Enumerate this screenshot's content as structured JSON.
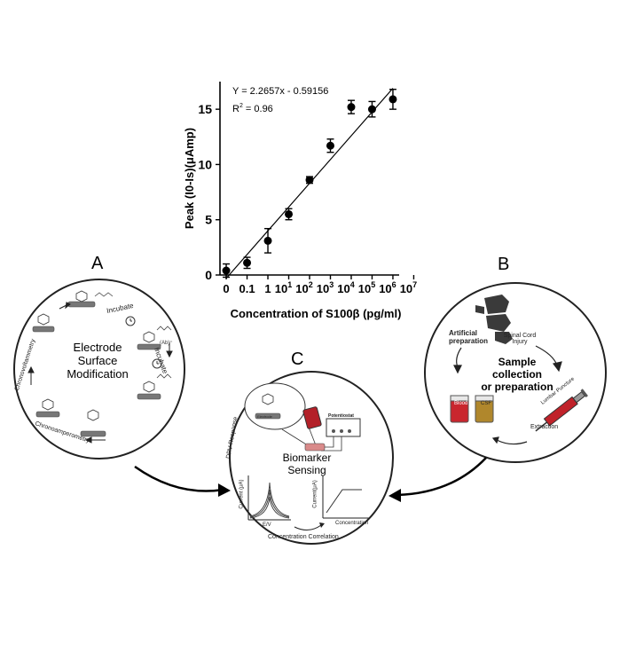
{
  "chart_data": {
    "type": "scatter",
    "equation": "Y = 2.2657x - 0.59156",
    "r2_prefix": "R",
    "r2_sup": "2",
    "r2_value": " = 0.96",
    "ylabel": "Peak (I0-Is)(μAmp)",
    "xlabel": "Concentration of S100β (pg/ml)",
    "xlim": [
      -0.3,
      8.3
    ],
    "ylim": [
      0,
      17.5
    ],
    "y_ticks": [
      "0",
      "5",
      "10",
      "15"
    ],
    "x_ticks": [
      {
        "base": "0",
        "exp": ""
      },
      {
        "base": "0.1",
        "exp": ""
      },
      {
        "base": "1",
        "exp": ""
      },
      {
        "base": "10",
        "exp": "1"
      },
      {
        "base": "10",
        "exp": "2"
      },
      {
        "base": "10",
        "exp": "3"
      },
      {
        "base": "10",
        "exp": "4"
      },
      {
        "base": "10",
        "exp": "5"
      },
      {
        "base": "10",
        "exp": "6"
      },
      {
        "base": "10",
        "exp": "7"
      }
    ],
    "series": [
      {
        "x": [
          0,
          1,
          2,
          3,
          4,
          5,
          6,
          7,
          8
        ],
        "y": [
          0.4,
          1.1,
          3.1,
          5.5,
          8.6,
          11.7,
          15.2,
          15.0,
          15.9
        ],
        "err": [
          0.6,
          0.5,
          1.1,
          0.5,
          0.3,
          0.6,
          0.6,
          0.7,
          0.9
        ]
      }
    ],
    "fit": {
      "x": [
        0,
        8
      ],
      "y": [
        -0.3,
        16.9
      ]
    }
  },
  "panel_a": {
    "letter": "A",
    "title": "Electrode\nSurface\nModification",
    "incubate1": "Incubate",
    "incubate2": "Incubate",
    "chronovoltammetry": "Chronovoltammetry",
    "chronoamperometry": "Chronoamperometry",
    "electrode_text": "Electrode"
  },
  "panel_b": {
    "letter": "B",
    "injury": "Spinal Cord\nInjury",
    "artificial": "Artificial\npreparation",
    "title": "Sample\ncollection\nor preparation",
    "blood": "Blood",
    "csf": "CSF",
    "lumbar": "Lumbar Puncture",
    "extraction": "Extraction"
  },
  "panel_c": {
    "letter": "C",
    "title": "Biomarker\nSensing",
    "potentiostat": "Potentiostat",
    "electrode": "Electrode",
    "dpv": "DPV Response",
    "current1": "Current (μA)",
    "ev": "E/V",
    "current2": "Current(μA)",
    "concentration": "Concentration",
    "correlation": "Concentration Correlation"
  }
}
